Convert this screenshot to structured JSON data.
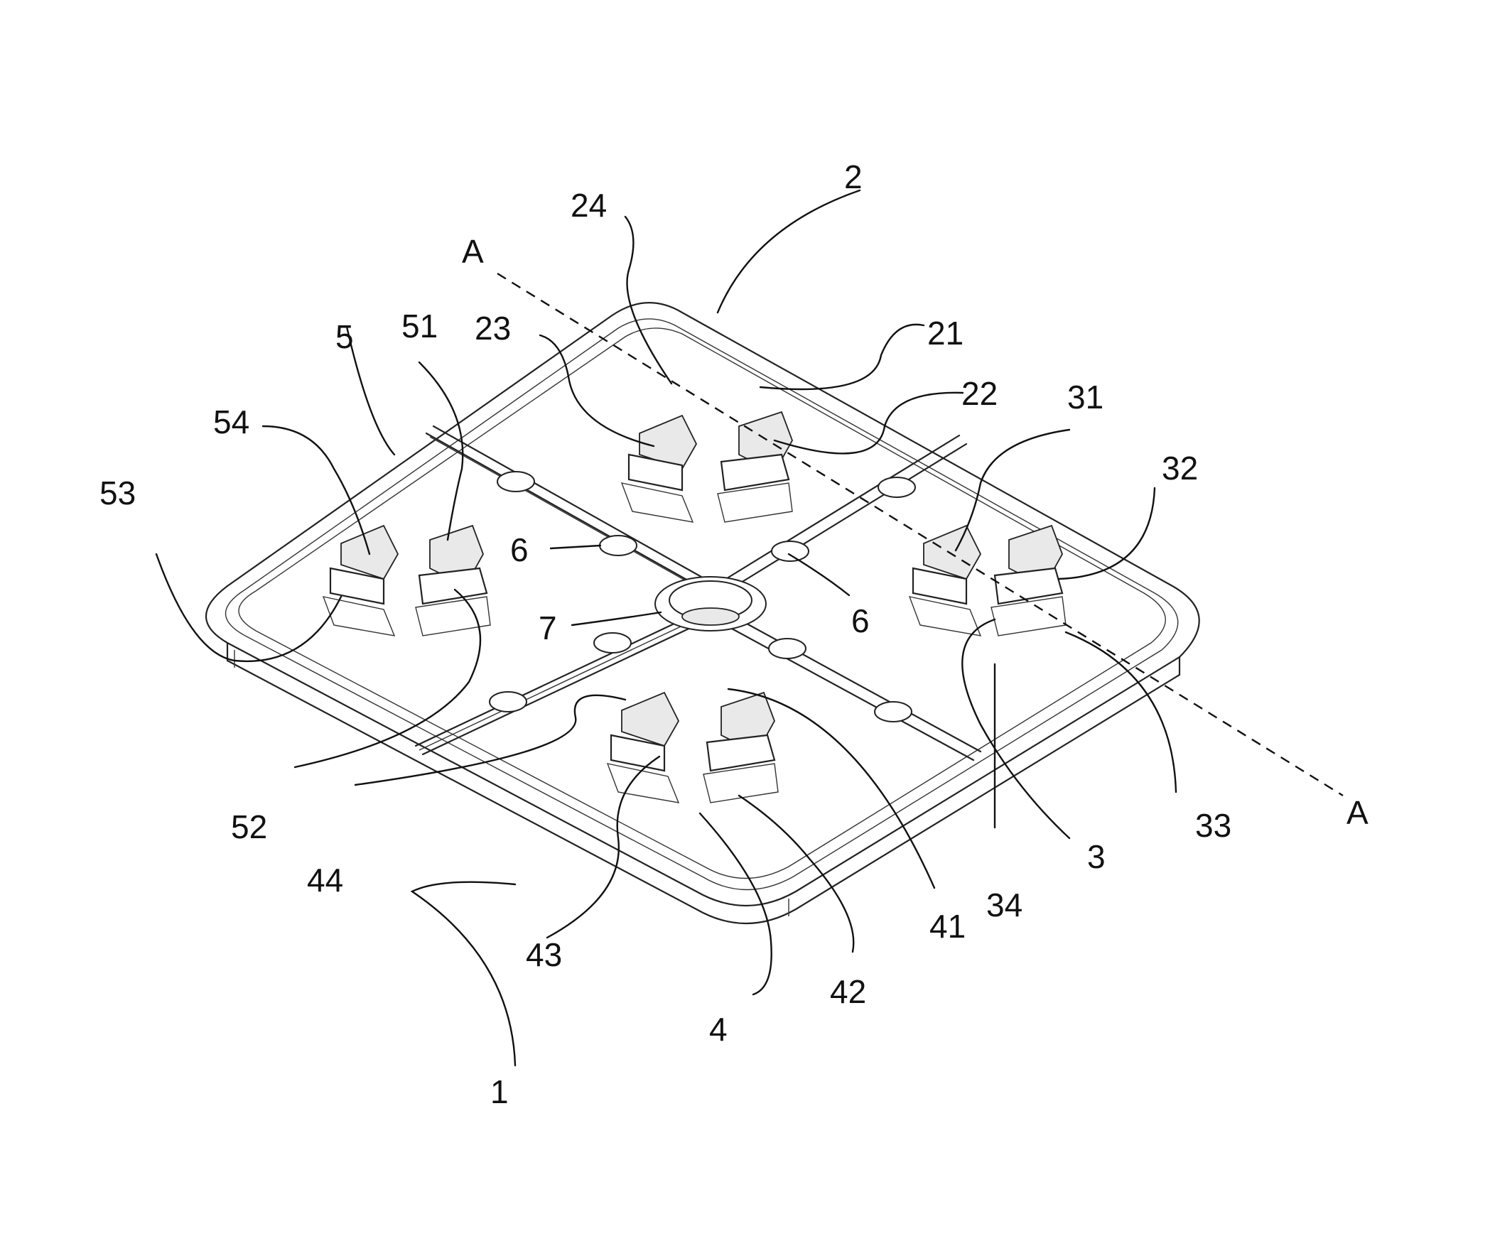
{
  "figure": {
    "labels": {
      "l1": "1",
      "l2": "2",
      "l3": "3",
      "l4": "4",
      "l5": "5",
      "l6a": "6",
      "l6b": "6",
      "l7": "7",
      "l21": "21",
      "l22": "22",
      "l23": "23",
      "l24": "24",
      "l31": "31",
      "l32": "32",
      "l33": "33",
      "l34": "34",
      "l41": "41",
      "l42": "42",
      "l43": "43",
      "l44": "44",
      "l51": "51",
      "l52": "52",
      "l53": "53",
      "l54": "54",
      "section_start": "A",
      "section_end": "A"
    }
  }
}
